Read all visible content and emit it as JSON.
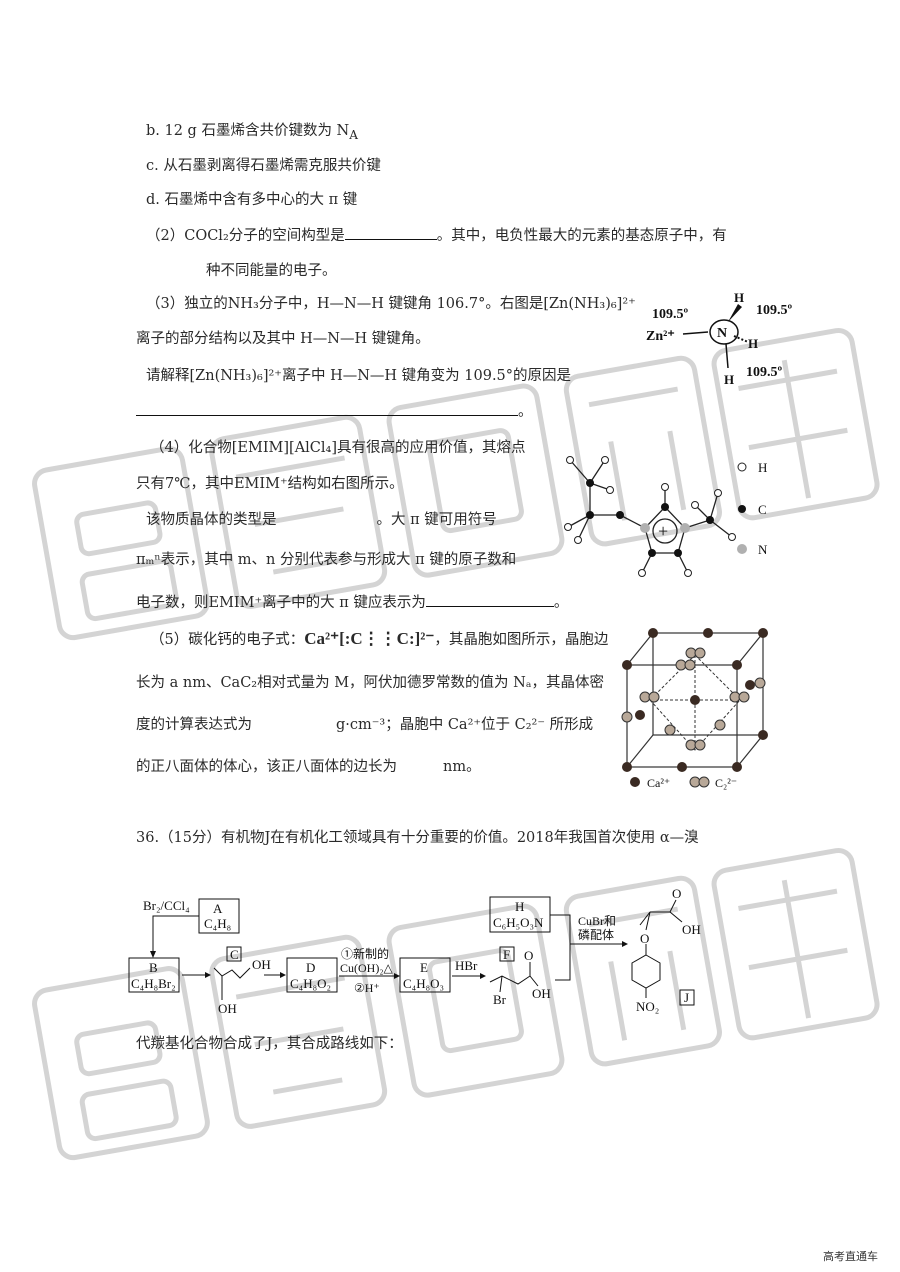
{
  "watermark": "高考直通车",
  "footer": "高考直通车",
  "lines": {
    "b": "b. 12 g 石墨烯含共价键数为 N",
    "b_sub": "A",
    "c": "c. 从石墨剥离得石墨烯需克服共价键",
    "d": "d. 石墨烯中含有多中心的大 π 键",
    "q2_a": "（2）COCl₂分子的空间构型是",
    "q2_b": "。其中，电负性最大的元素的基态原子中，有",
    "q2_c": "种不同能量的电子。",
    "q3_a": "（3）独立的NH₃分子中，H—N—H 键键角 106.7°。右图是[Zn(NH₃)₆]²⁺",
    "q3_b": "离子的部分结构以及其中 H—N—H 键键角。",
    "q3_c": "请解释[Zn(NH₃)₆]²⁺离子中 H—N—H 键角变为 109.5°的原因是",
    "q3_end": "。",
    "q4_a": "（4）化合物[EMIM][AlCl₄]具有很高的应用价值，其熔点",
    "q4_b": "只有7℃，其中EMIM⁺结构如右图所示。",
    "q4_c1": "该物质晶体的类型是",
    "q4_c2": "。大 π 键可用符号",
    "q4_d": "πₘⁿ表示，其中 m、n 分别代表参与形成大 π 键的原子数和",
    "q4_e": "电子数，则EMIM⁺离子中的大 π 键应表示为",
    "q4_end": "。",
    "q5_a": "（5）碳化钙的电子式：",
    "q5_formula": "Ca²⁺[:C⋮⋮C:]²⁻",
    "q5_a2": "，其晶胞如图所示，晶胞边",
    "q5_b": "长为 a nm、CaC₂相对式量为 M，阿伏加德罗常数的值为 Nₐ，其晶体密",
    "q5_c1": "度的计算表达式为",
    "q5_c2": "g·cm⁻³；晶胞中 Ca²⁺位于 C₂²⁻ 所形成",
    "q5_d1": "的正八面体的体心，该正八面体的边长为",
    "q5_d2": "nm。",
    "q36": "36.（15分）有机物J在有机化工领域具有十分重要的价值。2018年我国首次使用 α—溴",
    "q36_b": "代羰基化合物合成了J，其合成路线如下："
  },
  "fig_zn": {
    "zn": "Zn²⁺",
    "n": "N",
    "h": "H",
    "a1": "109.5º",
    "a2": "109.5º",
    "a3": "109.5º"
  },
  "fig_emim": {
    "h": "H",
    "c": "C",
    "n": "N",
    "plus": "+"
  },
  "fig_cell": {
    "ca": "Ca²⁺",
    "c2": "C₂²⁻"
  },
  "scheme": {
    "reagent1": "Br₂/CCl₄",
    "A": "A",
    "A_f": "C₄H₈",
    "B": "B",
    "B_f": "C₄H₈Br₂",
    "C": "C",
    "oh": "OH",
    "D": "D",
    "D_f": "C₄H₈O₂",
    "step1": "①新制的",
    "step1b": "Cu(OH)₂△",
    "step2": "②H⁺",
    "E": "E",
    "E_f": "C₄H₈O₃",
    "hbr": "HBr",
    "F": "F",
    "br": "Br",
    "o": "O",
    "H": "H",
    "H_f": "C₆H₅O₃N",
    "cat1": "CuBr和",
    "cat2": "磷配体",
    "J": "J",
    "no2": "NO₂"
  },
  "colors": {
    "ink": "#222222",
    "watermark": "#d8d8d8",
    "n_atom": "#b0b0b0"
  }
}
